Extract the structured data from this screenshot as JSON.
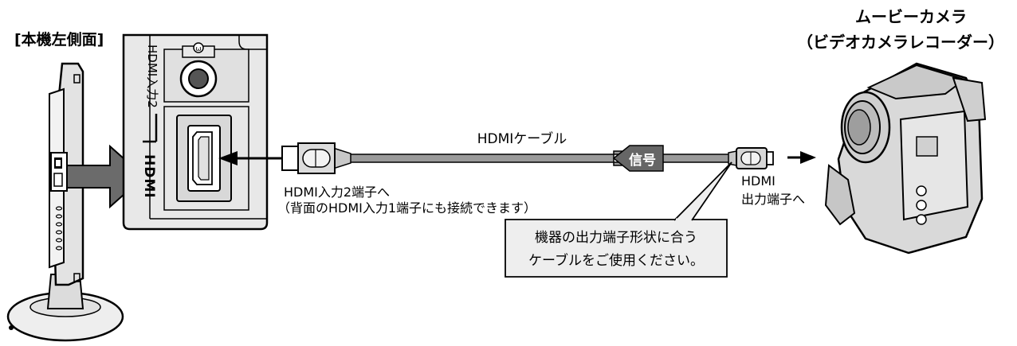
{
  "labels": {
    "tv_side": "[本機左側面]",
    "hdmi_input_2_vertical": "HDMI入力2",
    "hdmi_logo": "HDMI",
    "camera_title_line1": "ムービーカメラ",
    "camera_title_line2": "（ビデオカメラレコーダー）",
    "cable_label": "HDMIケーブル",
    "signal_label": "信号",
    "to_input_line1": "HDMI入力2端子へ",
    "to_input_line2": "（背面のHDMI入力1端子にも接続できます）",
    "to_output_line1": "HDMI",
    "to_output_line2": "出力端子へ",
    "callout_line1": "機器の出力端子形状に合う",
    "callout_line2": "ケーブルをご使用ください。"
  },
  "icons": [
    "tv-side-icon",
    "hdmi-port-icon",
    "audio-jack-icon",
    "hdmi-plug-icon",
    "mini-hdmi-plug-icon",
    "camcorder-icon",
    "arrow-icon"
  ],
  "colors": {
    "cable": "#9a9a9a",
    "panel": "#e9e9e9",
    "big_arrow": "#666666",
    "callout": "#eeeeee"
  }
}
